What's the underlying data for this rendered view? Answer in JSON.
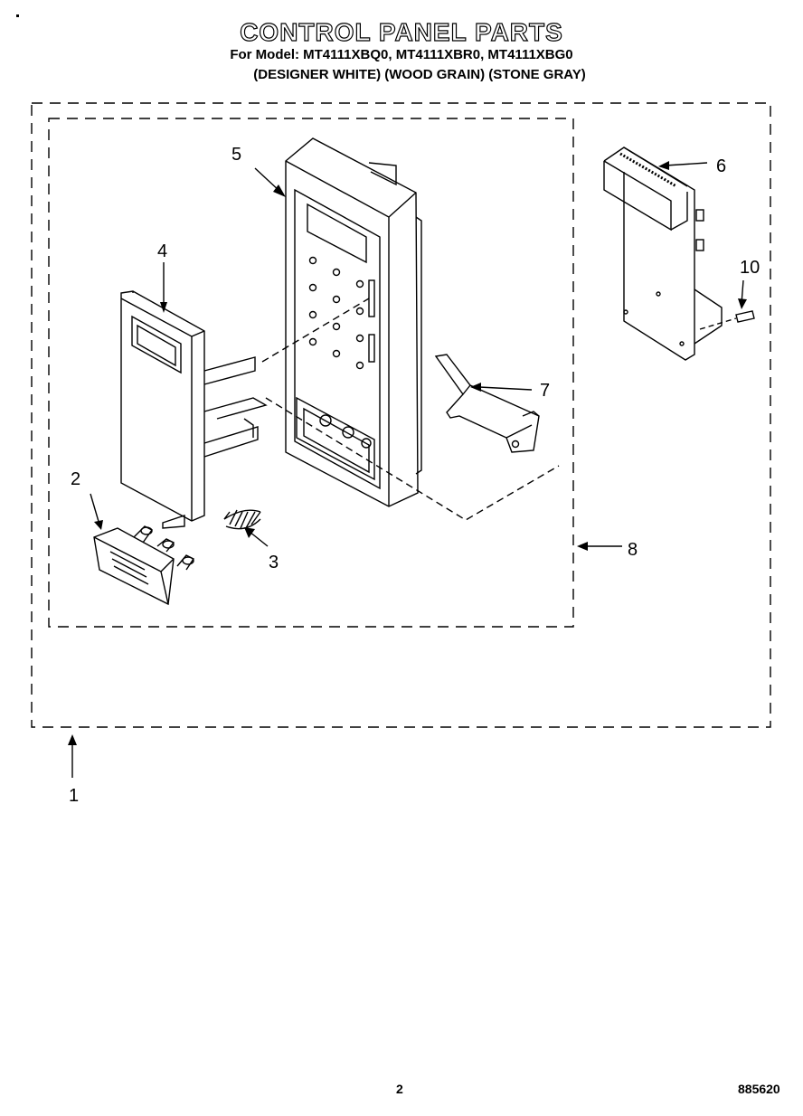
{
  "header": {
    "title": "CONTROL PANEL PARTS",
    "models": "For Model: MT4111XBQ0, MT4111XBR0, MT4111XBG0",
    "colors": "(DESIGNER WHITE) (WOOD GRAIN) (STONE GRAY)"
  },
  "callouts": [
    "1",
    "2",
    "3",
    "4",
    "5",
    "6",
    "7",
    "8",
    "10"
  ],
  "footer": {
    "page_number": "2",
    "document_number": "885620"
  }
}
